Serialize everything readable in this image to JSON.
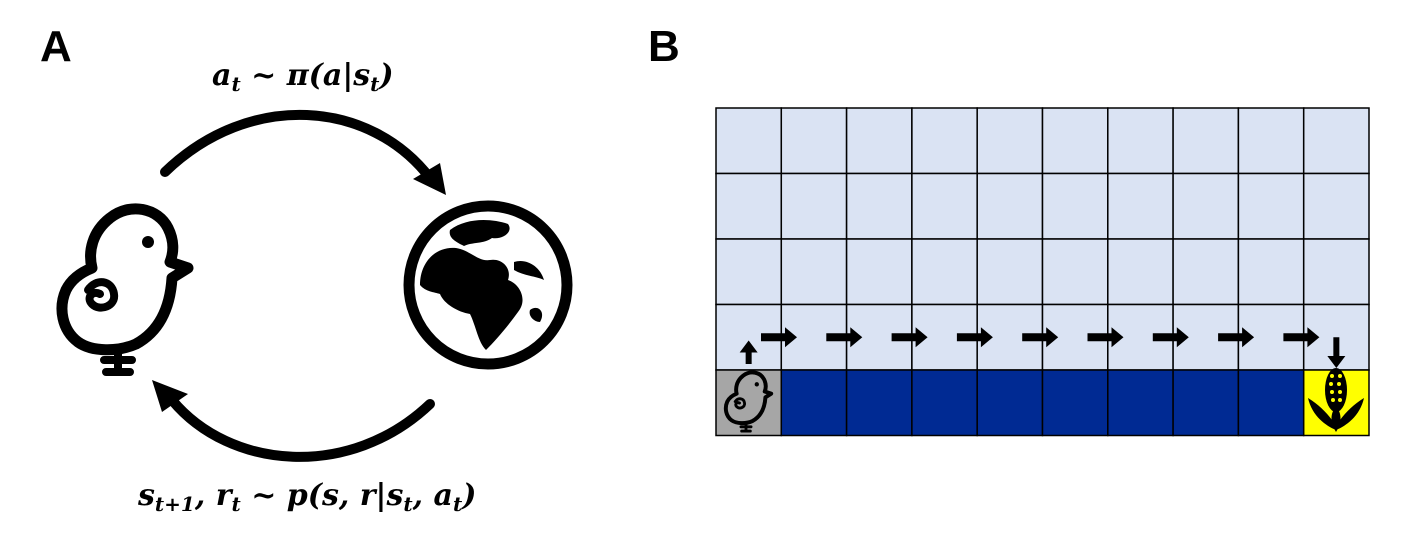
{
  "panels": {
    "a_label": "A",
    "b_label": "B"
  },
  "equations": {
    "action": {
      "lhs": "a",
      "lhs_sub": "t",
      "rel": " ~ π(a|s",
      "rhs_sub": "t",
      "tail": ")"
    },
    "transition": {
      "s": "s",
      "s_sub": "t+1",
      "comma": ", ",
      "r": "r",
      "r_sub": "t",
      "rel": " ~ p(s, r|s",
      "s2_sub": "t",
      "comma2": ", a",
      "a_sub": "t",
      "tail": ")"
    }
  },
  "icons": {
    "agent": "chick-icon",
    "environment": "globe-icon",
    "goal": "corn-icon",
    "arrows": "arrow-icon"
  },
  "gridworld": {
    "cols": 10,
    "rows": 5,
    "colors": {
      "open": "#dae3f3",
      "cliff": "#002a93",
      "start": "#a6a6a6",
      "goal": "#ffff00",
      "line": "#000000"
    },
    "cliff_row": 4,
    "start_cell": [
      4,
      0
    ],
    "goal_cell": [
      4,
      9
    ],
    "path": [
      "up",
      "right",
      "right",
      "right",
      "right",
      "right",
      "right",
      "right",
      "right",
      "right",
      "down"
    ]
  }
}
